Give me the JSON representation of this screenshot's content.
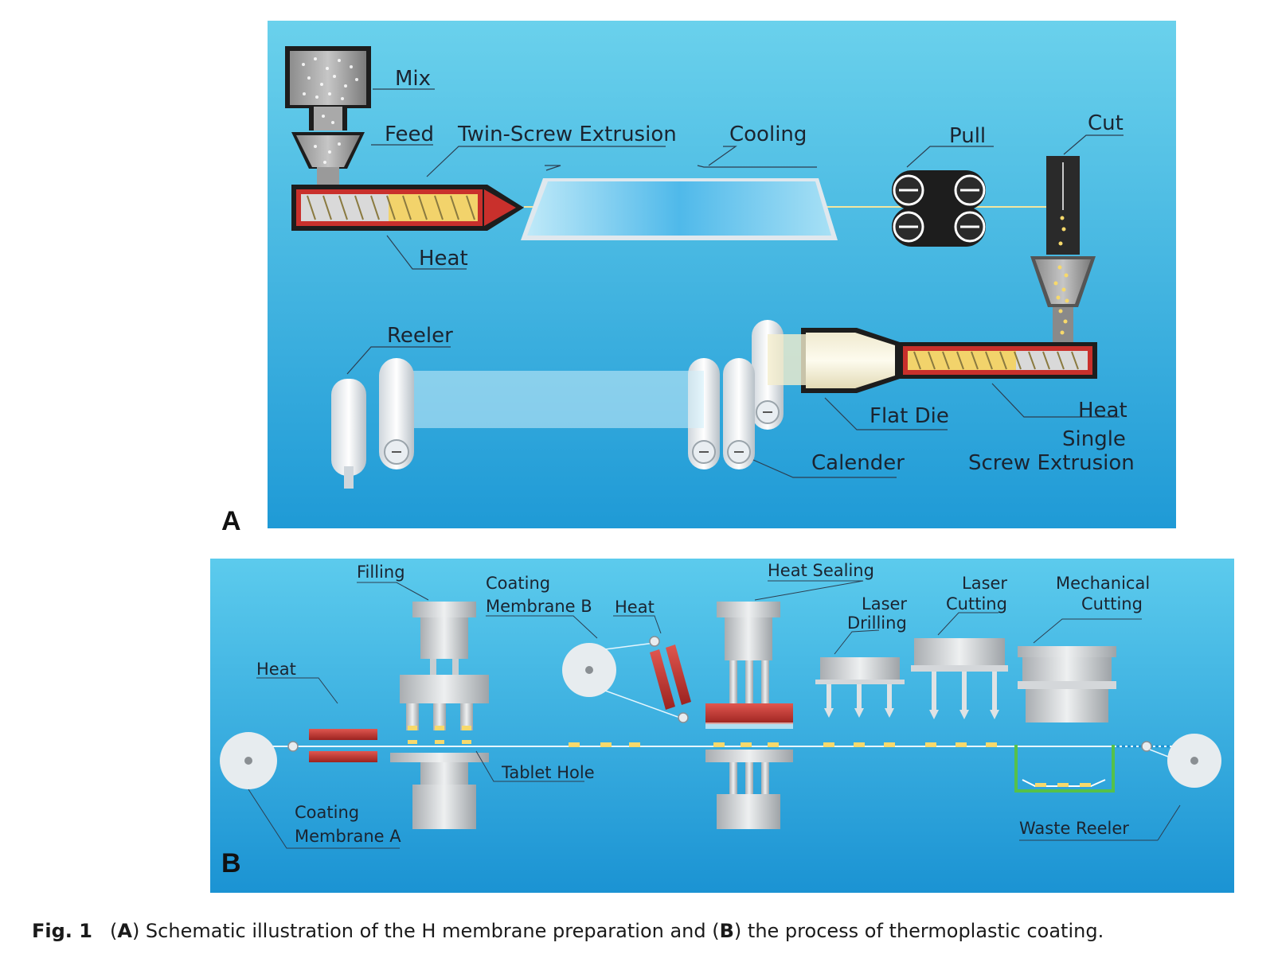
{
  "panel_a": {
    "letter": "A",
    "labels": {
      "mix": "Mix",
      "feed": "Feed",
      "twin_screw": "Twin-Screw Extrusion",
      "cooling": "Cooling",
      "pull": "Pull",
      "cut": "Cut",
      "heat_top": "Heat",
      "reeler": "Reeler",
      "flat_die": "Flat Die",
      "heat_bottom": "Heat",
      "single_1": "Single",
      "single_2": "Screw Extrusion",
      "calender": "Calender"
    }
  },
  "panel_b": {
    "letter": "B",
    "labels": {
      "filling": "Filling",
      "coating_b_1": "Coating",
      "coating_b_2": "Membrane B",
      "heat_b": "Heat",
      "heat_sealing": "Heat Sealing",
      "laser_drilling_1": "Laser",
      "laser_drilling_2": "Drilling",
      "laser_cutting_1": "Laser",
      "laser_cutting_2": "Cutting",
      "mech_cutting_1": "Mechanical",
      "mech_cutting_2": "Cutting",
      "heat_left": "Heat",
      "tablet_hole": "Tablet Hole",
      "coating_a_1": "Coating",
      "coating_a_2": "Membrane A",
      "waste_reeler": "Waste Reeler"
    }
  },
  "caption": {
    "fig": "Fig. 1",
    "p1": "(",
    "a": "A",
    "p2": ") Schematic illustration of the H membrane preparation and (",
    "b": "B",
    "p3": ") the process of thermoplastic coating."
  }
}
